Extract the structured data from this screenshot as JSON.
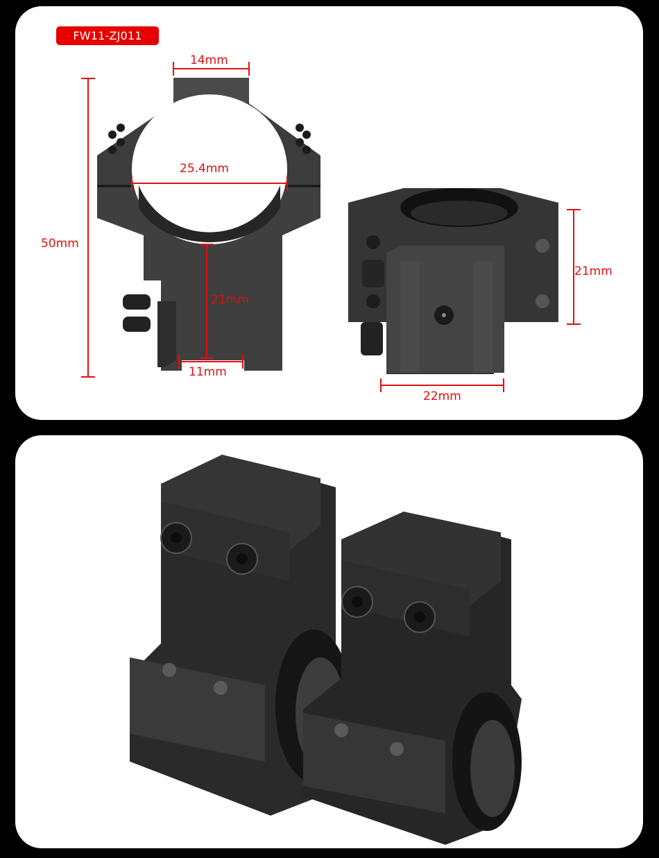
{
  "product": {
    "model_code": "FW11-ZJ011",
    "item": "scope ring mount pair",
    "colors": {
      "annotation": "#e01010",
      "badge_bg": "#e60000",
      "panel_bg": "#ffffff",
      "page_bg": "#000000",
      "metal": "#3a3a3a"
    }
  },
  "dimensions_panel": {
    "front_view": {
      "top_width": "14mm",
      "ring_diameter": "25.4mm",
      "total_height": "50mm",
      "center_height": "21mm",
      "base_slot": "11mm"
    },
    "side_view": {
      "height": "21mm",
      "base_width": "22mm"
    }
  },
  "photo_panel": {
    "description": "two black scope rings shown side by side"
  }
}
